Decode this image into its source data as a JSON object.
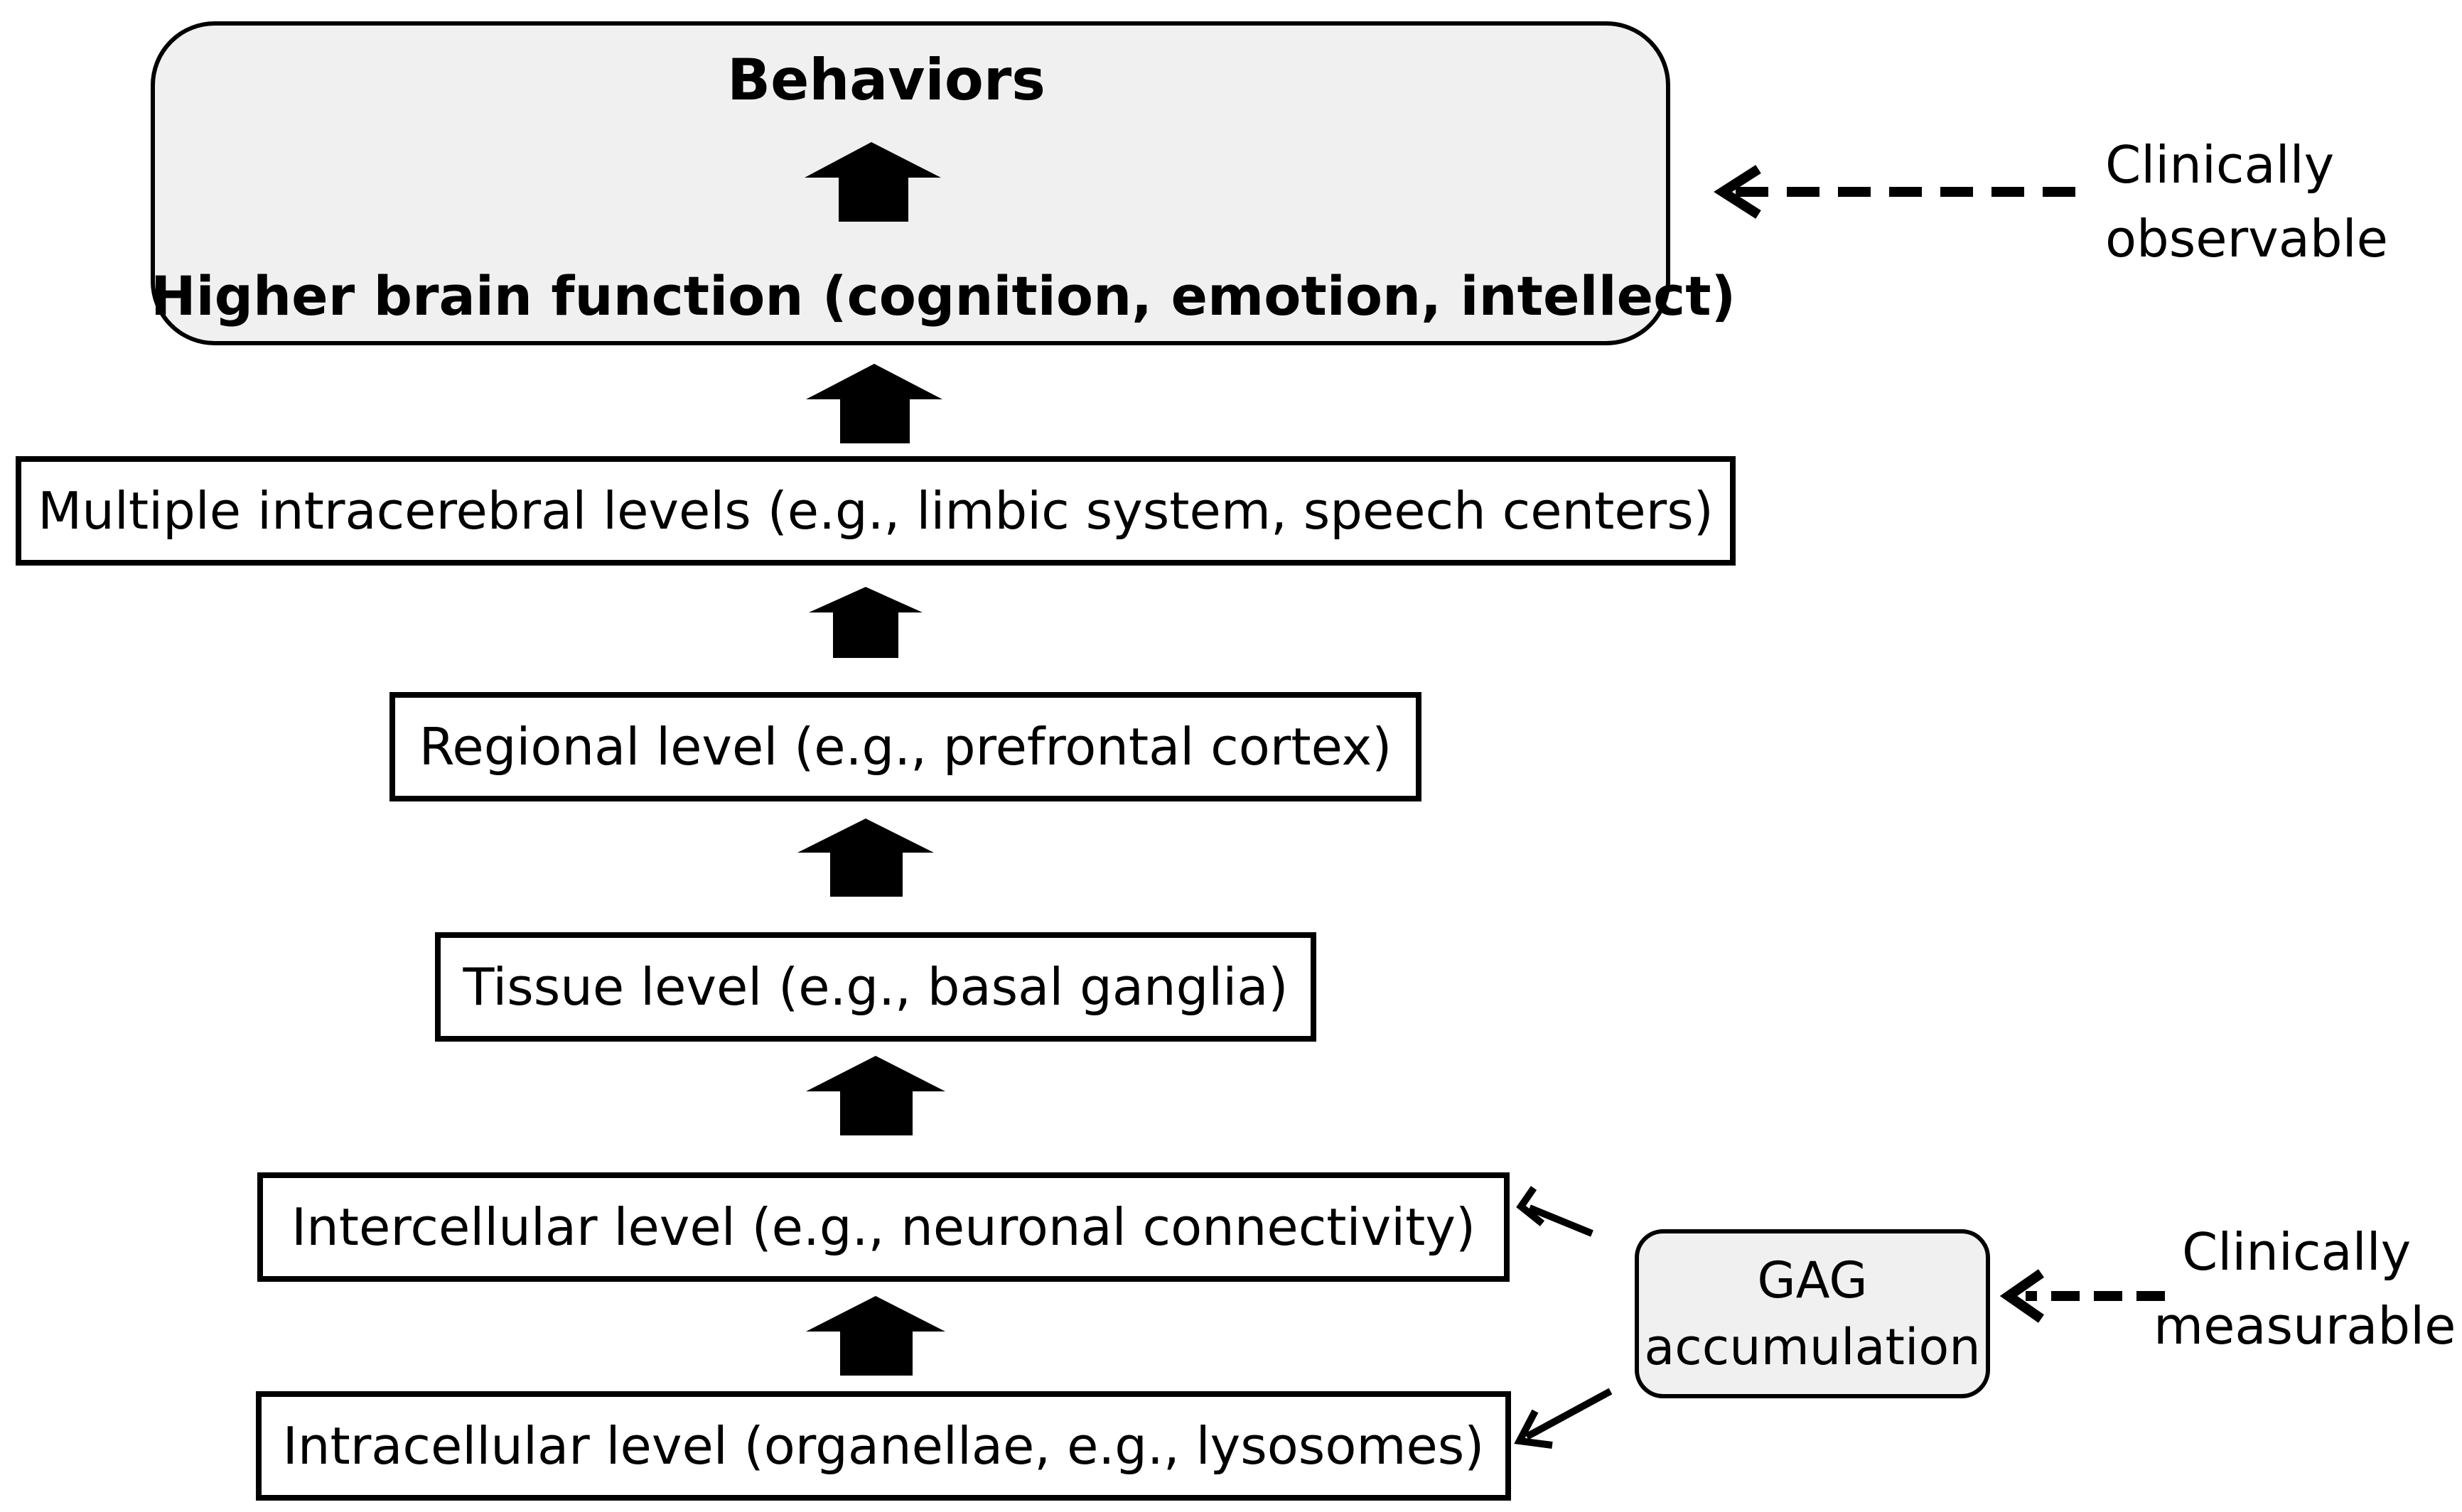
{
  "top_panel": {
    "title": "Behaviors",
    "subtitle": "Higher brain function (cognition, emotion, intellect)"
  },
  "levels": {
    "multiple": "Multiple intracerebral levels (e.g., limbic system, speech centers)",
    "regional": "Regional level (e.g., prefrontal cortex)",
    "tissue": "Tissue level (e.g., basal ganglia)",
    "intercellular": "Intercellular level (e.g., neuronal connectivity)",
    "intracellular": "Intracellular level (organellae, e.g., lysosomes)"
  },
  "gag_box": {
    "line1": "GAG",
    "line2": "accumulation"
  },
  "observable": {
    "line1": "Clinically",
    "line2": "observable"
  },
  "measurable": {
    "line1": "Clinically",
    "line2": "measurable"
  }
}
